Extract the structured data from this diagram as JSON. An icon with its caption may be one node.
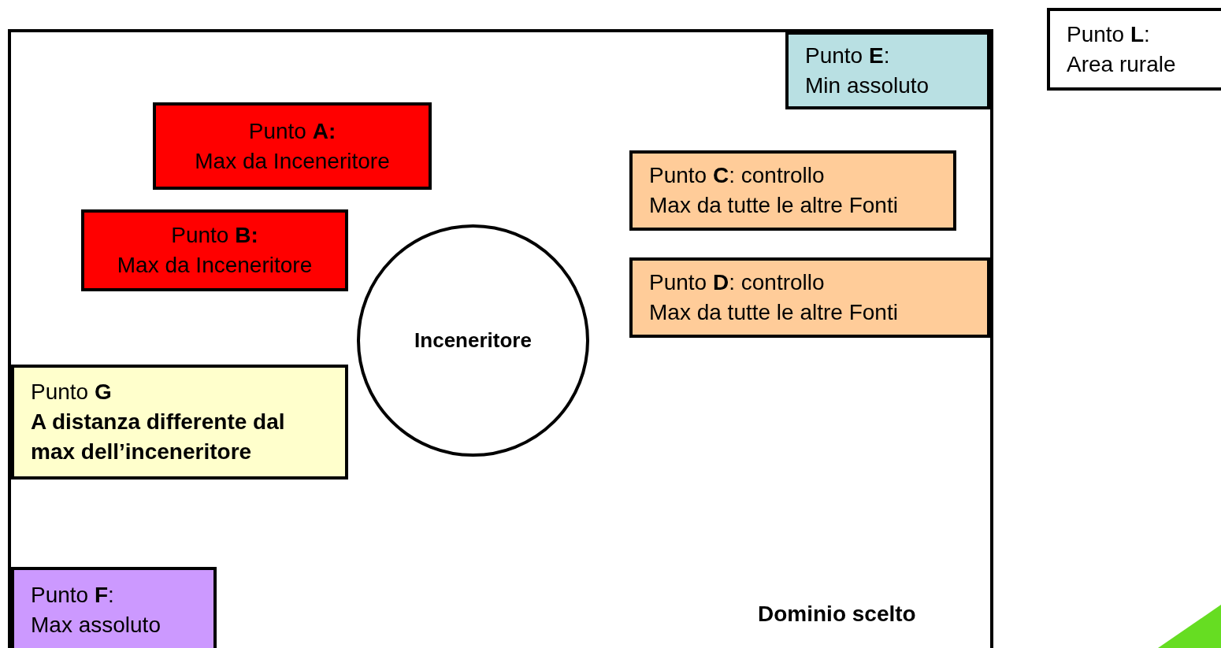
{
  "diagram": {
    "nodes": [
      {
        "text": [
          "Dominio scelto"
        ]
      },
      {
        "text": [
          "Punto **E**:",
          "Min assoluto"
        ],
        "in": 0
      },
      {
        "text": [
          "Punto **A:**",
          "Max da Inceneritore"
        ],
        "in": 0
      },
      {
        "text": [
          "Punto **C**: controllo",
          "Max da tutte le altre Fonti"
        ],
        "in": 0
      },
      {
        "text": [
          "Punto **B:**",
          "Max da Inceneritore"
        ],
        "in": 0
      },
      {
        "text": [
          "Punto **D**: controllo",
          "Max da tutte le altre Fonti"
        ],
        "in": 0
      },
      {
        "text": [
          "Inceneritore"
        ],
        "in": 0
      },
      {
        "text": [
          "Punto **G**",
          "**A distanza differente dal max dell’inceneritore**"
        ],
        "in": 0
      },
      {
        "text": [
          "Punto **F**:",
          "Max assoluto"
        ],
        "in": 0
      },
      {
        "text": [
          "Punto **L**:",
          "Area rurale"
        ]
      }
    ],
    "edges": []
  }
}
